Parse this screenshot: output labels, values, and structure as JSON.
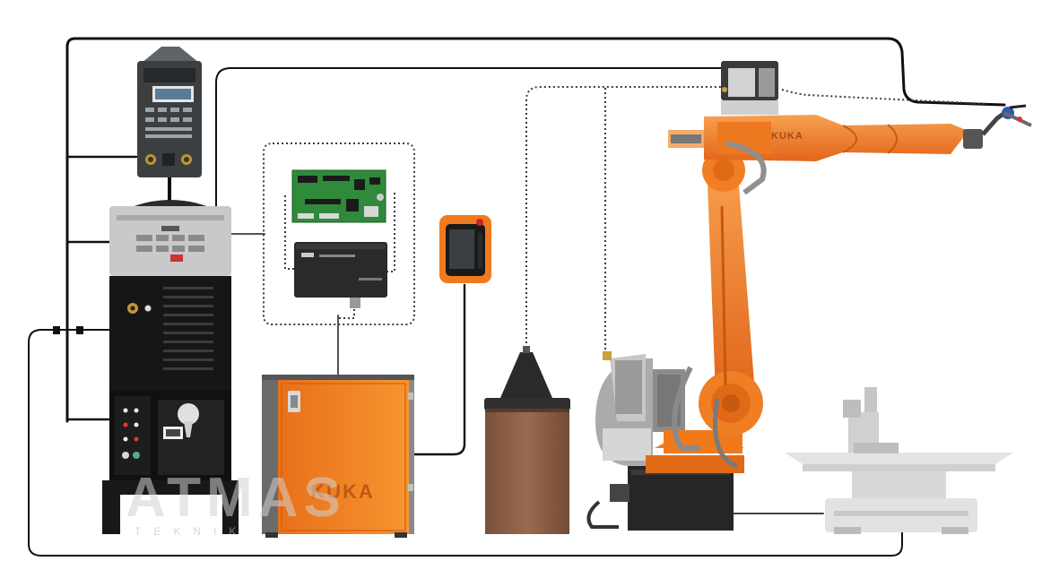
{
  "colors": {
    "cable": "#111111",
    "signal": "#333333",
    "robot_orange": "#f0781e",
    "cabinet_orange": "#f07d1a",
    "panel_green": "#2f8a3c",
    "machine_dark": "#1c1c1c",
    "machine_grey": "#bdbdbd",
    "positioner_white": "#e4e4e4",
    "bin_brown": "#8b5e45"
  },
  "labels": {
    "robot_arm_brand": "KUKA",
    "controller_brand": "KUKA"
  },
  "watermark": {
    "text": "ATMAS",
    "subtext": "TEKNIK"
  },
  "icons": {
    "remote_control": "wire-feeder-remote-icon",
    "power_source": "welding-power-source-icon",
    "controller": "robot-controller-cabinet-icon",
    "pendant": "teach-pendant-icon",
    "wire_drum": "wire-drum-icon",
    "cleaning": "torch-cleaning-station-icon",
    "robot": "industrial-robot-arm-icon",
    "positioner": "workpiece-positioner-icon",
    "interface_board": "interface-board-icon",
    "interface_module": "bus-coupler-module-icon",
    "torch": "welding-torch-icon",
    "wire_feeder": "wire-feeder-icon"
  }
}
